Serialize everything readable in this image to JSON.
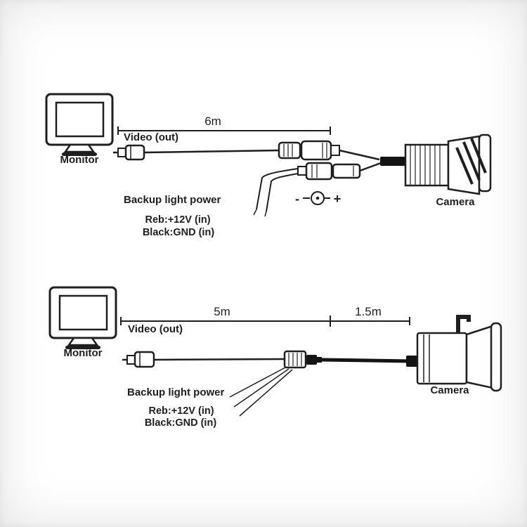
{
  "colors": {
    "ink": "#1f1f1f",
    "background": "#ffffff"
  },
  "top_diagram": {
    "monitor_label": "Monitor",
    "video_out": "Video (out)",
    "cable_length": "6m",
    "backup_power": "Backup light power",
    "red_wire": "Reb:+12V (in)",
    "black_wire": "Black:GND (in)",
    "polarity_minus": "-",
    "polarity_plus": "+",
    "camera_label": "Camera"
  },
  "bottom_diagram": {
    "monitor_label": "Monitor",
    "video_out": "Video (out)",
    "cable_length_main": "5m",
    "cable_length_pigtail": "1.5m",
    "backup_power": "Backup light power",
    "red_wire": "Reb:+12V (in)",
    "black_wire": "Black:GND (in)",
    "camera_label": "Camera"
  }
}
